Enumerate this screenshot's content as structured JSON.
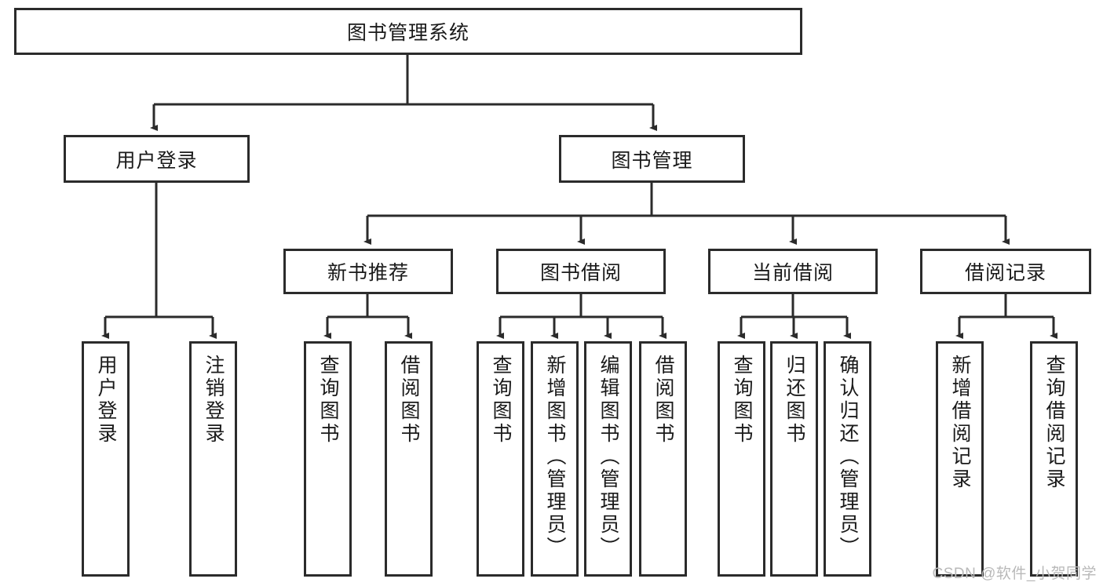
{
  "diagram": {
    "title": "图书管理系统",
    "type": "tree-hierarchy-diagram",
    "colors": {
      "box_border": "#2b2b2b",
      "box_fill": "#ffffff",
      "connector": "#2b2b2b",
      "text": "#1a1a1a",
      "watermark": "#b9b9b9"
    },
    "root": {
      "label": "图书管理系统"
    },
    "level1": [
      {
        "label": "用户登录"
      },
      {
        "label": "图书管理"
      }
    ],
    "level2": [
      {
        "label": "新书推荐"
      },
      {
        "label": "图书借阅"
      },
      {
        "label": "当前借阅"
      },
      {
        "label": "借阅记录"
      }
    ],
    "leaves": {
      "user_login": [
        {
          "label": "用户登录"
        },
        {
          "label": "注销登录"
        }
      ],
      "new_book_recommend": [
        {
          "label": "查询图书"
        },
        {
          "label": "借阅图书"
        }
      ],
      "book_borrow": [
        {
          "label": "查询图书"
        },
        {
          "label": "新增图书（管理员）"
        },
        {
          "label": "编辑图书（管理员）"
        },
        {
          "label": "借阅图书"
        }
      ],
      "current_borrow": [
        {
          "label": "查询图书"
        },
        {
          "label": "归还图书"
        },
        {
          "label": "确认归还（管理员）"
        }
      ],
      "borrow_record": [
        {
          "label": "新增借阅记录"
        },
        {
          "label": "查询借阅记录"
        }
      ]
    }
  },
  "watermark": {
    "text": "CSDN @软件_小贺同学"
  }
}
